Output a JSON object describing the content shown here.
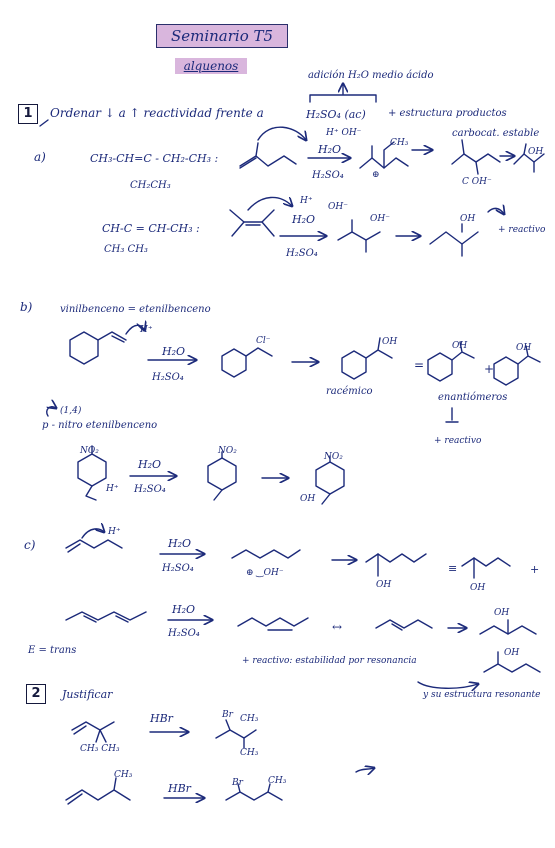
{
  "header": {
    "title": "Seminario T5",
    "subtitle": "alquenos",
    "addition_note": "adición H₂O medio ácido"
  },
  "section1": {
    "number": "1",
    "instruction": "Ordenar ↓ a ↑ reactividad frente a",
    "reagent": "H₂SO₄ (ac)",
    "instruction_tail": "+ estructura productos",
    "a_label": "a)",
    "a_formula1": "CH₃-CH=C - CH₂-CH₃ :",
    "a_formula1_sub": "CH₂CH₃",
    "a_reag_top": "H⁺ OH⁻",
    "a_h2o": "H₂O",
    "a_h2so4": "H₂SO₄",
    "a_ch3": "CH₃",
    "a_carbocat": "carbocat. estable",
    "a_cation": "⊕",
    "a_coh": "C OH⁻",
    "a_oh": "OH",
    "a_formula2": "CH-C = CH-CH₃ :",
    "a_formula2_sub": "CH₃ CH₃",
    "a2_hplus": "H⁺",
    "a2_ohminus": "OH⁻",
    "a2_h2o": "H₂O",
    "a2_h2so4": "H₂SO₄",
    "a2_oh_int": "OH⁻",
    "a2_oh": "OH",
    "a2_more": "+ reactivo"
  },
  "sectionB": {
    "label": "b)",
    "name": "vinilbenceno = etenilbenceno",
    "hplus": "H⁺",
    "h2o": "H₂O",
    "h2so4": "H₂SO₄",
    "cl": "Cl⁻",
    "oh": "OH",
    "racemico": "racémico",
    "equals": "=",
    "oh2": "OH",
    "plus": "+",
    "oh3": "OH",
    "enantiomeros": "enantiómeros",
    "more": "+ reactivo",
    "pos": "(1,4)",
    "name2": "p - nitro etenilbenceno",
    "no2_a": "NO₂",
    "hplus2": "H⁺",
    "h2o_b": "H₂O",
    "h2so4_b": "H₂SO₄",
    "no2_b": "NO₂",
    "no2_c": "NO₂",
    "oh4": "OH"
  },
  "sectionC": {
    "label": "c)",
    "hplus": "H⁺",
    "h2o": "H₂O",
    "h2so4": "H₂SO₄",
    "cation_oh": "⊕ ‿OH⁻",
    "oh1": "OH",
    "equiv": "≡",
    "oh2": "OH",
    "plus": "+",
    "h2o2": "H₂O",
    "h2so4_2": "H₂SO₄",
    "e_trans": "E = trans",
    "res_arrow": "↔",
    "oh3": "OH",
    "oh4": "OH",
    "note": "+ reactivo: estabilidad por resonancia",
    "note2": "y su estructura resonante"
  },
  "section2": {
    "number": "2",
    "instruction": "Justificar",
    "sub_ch3": "CH₃ CH₃",
    "hbr1": "HBr",
    "br1": "Br",
    "ch3_top": "CH₃",
    "ch3_bottom": "CH₃",
    "ch3_2": "CH₃",
    "hbr2": "HBr",
    "br2": "Br",
    "ch3_3": "CH₃"
  }
}
